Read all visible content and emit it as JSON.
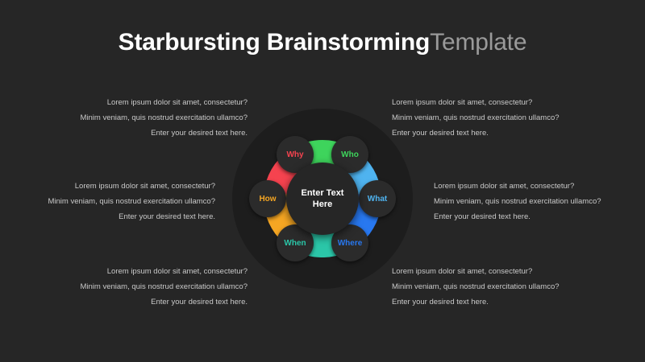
{
  "header": {
    "title_strong": "Starbursting Brainstorming",
    "title_light": "Template"
  },
  "center": {
    "line1": "Enter Text",
    "line2": "Here"
  },
  "body_text": {
    "line1": "Lorem ipsum dolor sit amet, consectetur?",
    "line2": "Minim veniam, quis nostrud exercitation ullamco?",
    "line3": "Enter your desired text here."
  },
  "colors": {
    "background": "#262626",
    "backdrop_circle": "#1d1d1d",
    "badge_fill": "#2b2b2b",
    "title_strong": "#ffffff",
    "title_light": "#9a9a9a",
    "body_text": "#c9c9c9"
  },
  "petals": [
    {
      "id": "why",
      "label": "Why",
      "color": "#f5434f",
      "angle": -60,
      "callout": {
        "line1": "Lorem ipsum dolor sit amet, consectetur?",
        "line2": "Minim veniam, quis nostrud exercitation ullamco?",
        "line3": "Enter your desired text here."
      }
    },
    {
      "id": "who",
      "label": "Who",
      "color": "#3ed45c",
      "angle": 0,
      "callout": {
        "line1": "Lorem ipsum dolor sit amet, consectetur?",
        "line2": "Minim veniam, quis nostrud exercitation ullamco?",
        "line3": "Enter your desired text here."
      }
    },
    {
      "id": "what",
      "label": "What",
      "color": "#4fb3ef",
      "angle": 60,
      "callout": {
        "line1": "Lorem ipsum dolor sit amet, consectetur?",
        "line2": "Minim veniam, quis nostrud exercitation ullamco?",
        "line3": "Enter your desired text here."
      }
    },
    {
      "id": "where",
      "label": "Where",
      "color": "#2878f0",
      "angle": 120,
      "callout": {
        "line1": "Lorem ipsum dolor sit amet, consectetur?",
        "line2": "Minim veniam, quis nostrud exercitation ullamco?",
        "line3": "Enter your desired text here."
      }
    },
    {
      "id": "when",
      "label": "When",
      "color": "#2bc6a8",
      "angle": 180,
      "callout": {
        "line1": "Lorem ipsum dolor sit amet, consectetur?",
        "line2": "Minim veniam, quis nostrud exercitation ullamco?",
        "line3": "Enter your desired text here."
      }
    },
    {
      "id": "how",
      "label": "How",
      "color": "#f5a623",
      "angle": -120,
      "callout": {
        "line1": "Lorem ipsum dolor sit amet, consectetur?",
        "line2": "Minim veniam, quis nostrud exercitation ullamco?",
        "line3": "Enter your desired text here."
      }
    }
  ]
}
